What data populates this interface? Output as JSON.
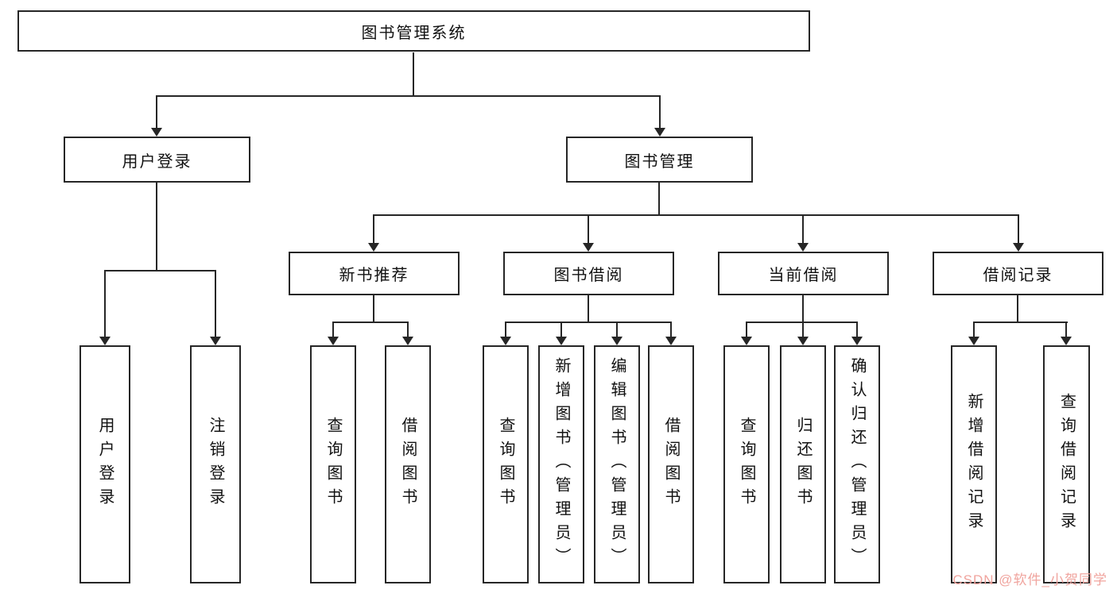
{
  "diagram": {
    "root": "图书管理系统",
    "user_login": "用户登录",
    "book_mgmt": "图书管理",
    "leaf_user_login": "用户登录",
    "leaf_logout": "注销登录",
    "new_book_rec": "新书推荐",
    "book_borrow": "图书借阅",
    "current_borrow": "当前借阅",
    "borrow_records": "借阅记录",
    "nb_query": "查询图书",
    "nb_borrow": "借阅图书",
    "bb_query": "查询图书",
    "bb_add": "新增图书（管理员）",
    "bb_edit": "编辑图书（管理员）",
    "bb_borrow": "借阅图书",
    "cb_query": "查询图书",
    "cb_return": "归还图书",
    "cb_confirm": "确认归还（管理员）",
    "br_add": "新增借阅记录",
    "br_query": "查询借阅记录"
  },
  "watermark": {
    "text": "CSDN @软件_小贺同学",
    "color": "#f0a49e"
  },
  "line_color": "#262626"
}
